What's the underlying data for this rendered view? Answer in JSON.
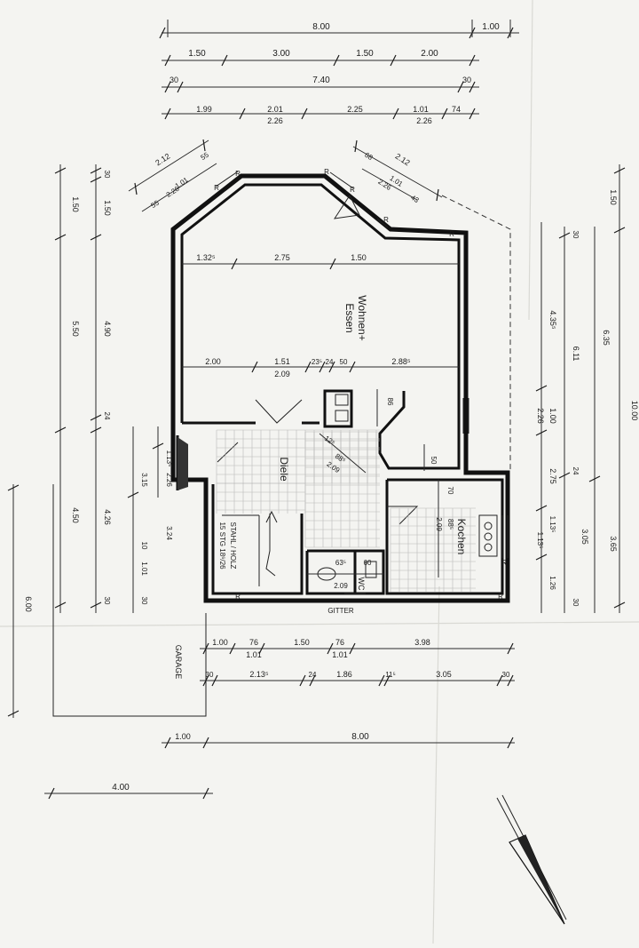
{
  "rooms": {
    "wohnen": "Wohnen+",
    "essen": "Essen",
    "diele": "Diele",
    "kochen": "Kochen",
    "garage": "GARAGE",
    "wc": "WC"
  },
  "stair": {
    "material": "STAHL / HOLZ",
    "steps": "15 STG 18⁶/26"
  },
  "gitter": "GITTER",
  "wall_marks": [
    "R",
    "R",
    "R",
    "R",
    "R",
    "R",
    "R",
    "R",
    "R"
  ],
  "dims": {
    "top_total": "8.00",
    "top_right": "1.00",
    "top_row": [
      "1.50",
      "3.00",
      "1.50",
      "2.00"
    ],
    "top_inner": "7.40",
    "top_wall_left": "30",
    "top_wall_right": "30",
    "top_third": [
      "1.99",
      "2.01",
      "2.25",
      "1.01",
      "74"
    ],
    "top_third_b": [
      "2.26",
      "2.26"
    ],
    "bay_left": [
      "2.12",
      "55",
      "1.01",
      "2.26",
      "55"
    ],
    "bay_right": [
      "2.12",
      "68",
      "1.01",
      "2.26",
      "43"
    ],
    "living_row1": [
      "1.32⁵",
      "2.75",
      "1.50"
    ],
    "living_row2": [
      "2.00",
      "1.51",
      "2.09",
      "23⁵",
      "24",
      "50",
      "2.88⁵"
    ],
    "chimney": "86",
    "diele_dims": [
      "12⁵",
      "88⁵",
      "2.09"
    ],
    "dim_50": "50",
    "kitchen_dims": [
      "70",
      "88⁵",
      "2.09"
    ],
    "wc_dims": [
      "63⁵",
      "60",
      "2.09"
    ],
    "left_outer": [
      "1.50",
      "5.50",
      "4.50"
    ],
    "left_mid": [
      "30",
      "1.50",
      "4.90",
      "24",
      "4.26"
    ],
    "left_inner": [
      "1.13⁵",
      "2.26",
      "3.15",
      "3.24",
      "10",
      "1.01",
      "30",
      "30"
    ],
    "left_far": "6.00",
    "right_outer": [
      "1.50",
      "10.00",
      "3.65"
    ],
    "right_mid": [
      "6.35",
      "3.05"
    ],
    "right_inner": [
      "30",
      "4.35⁵",
      "6.11",
      "1.00",
      "2.26",
      "24",
      "2.75",
      "1.13⁵",
      "1.13⁵",
      "1.26",
      "30"
    ],
    "bottom_row1": [
      "1.00",
      "76",
      "1.01",
      "1.50",
      "76",
      "1.01",
      "3.98"
    ],
    "bottom_row2": [
      "30",
      "2.13⁵",
      "24",
      "1.86",
      "11⁵",
      "3.05",
      "30"
    ],
    "bottom_row3": [
      "1.00",
      "8.00"
    ],
    "bottom_row4": "4.00"
  }
}
